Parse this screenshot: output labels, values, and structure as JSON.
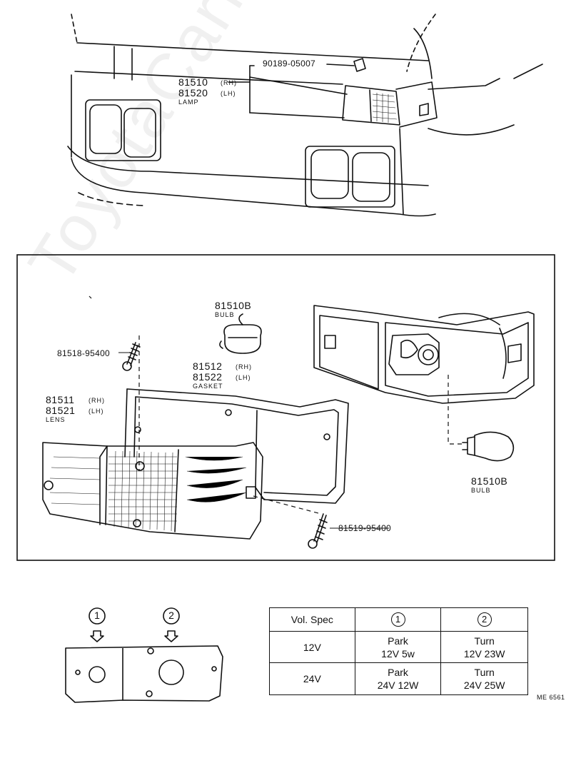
{
  "top_view": {
    "clip_part": "90189-05007",
    "lamp_rh_part": "81510",
    "lamp_rh_side": "(RH)",
    "lamp_lh_part": "81520",
    "lamp_lh_side": "(LH)",
    "lamp_name": "LAMP"
  },
  "exploded_view": {
    "bulb_top_part": "81510B",
    "bulb_top_name": "BULB",
    "screw_upper_part": "81518-95400",
    "gasket_rh_part": "81512",
    "gasket_rh_side": "(RH)",
    "gasket_lh_part": "81522",
    "gasket_lh_side": "(LH)",
    "gasket_name": "GASKET",
    "lens_rh_part": "81511",
    "lens_rh_side": "(RH)",
    "lens_lh_part": "81521",
    "lens_lh_side": "(LH)",
    "lens_name": "LENS",
    "bulb_right_part": "81510B",
    "bulb_right_name": "BULB",
    "screw_lower_part": "81519-95400"
  },
  "bulb_position": {
    "marker_1": "1",
    "marker_2": "2"
  },
  "spec_table": {
    "header_col": "Vol. Spec",
    "header_1": "1",
    "header_2": "2",
    "rows": [
      {
        "voltage": "12V",
        "c1_line1": "Park",
        "c1_line2": "12V 5w",
        "c2_line1": "Turn",
        "c2_line2": "12V 23W"
      },
      {
        "voltage": "24V",
        "c1_line1": "Park",
        "c1_line2": "24V 12W",
        "c2_line1": "Turn",
        "c2_line2": "24V 25W"
      }
    ]
  },
  "figure_code": "ME 6561",
  "watermark": "ToyotaCarMine.ru"
}
